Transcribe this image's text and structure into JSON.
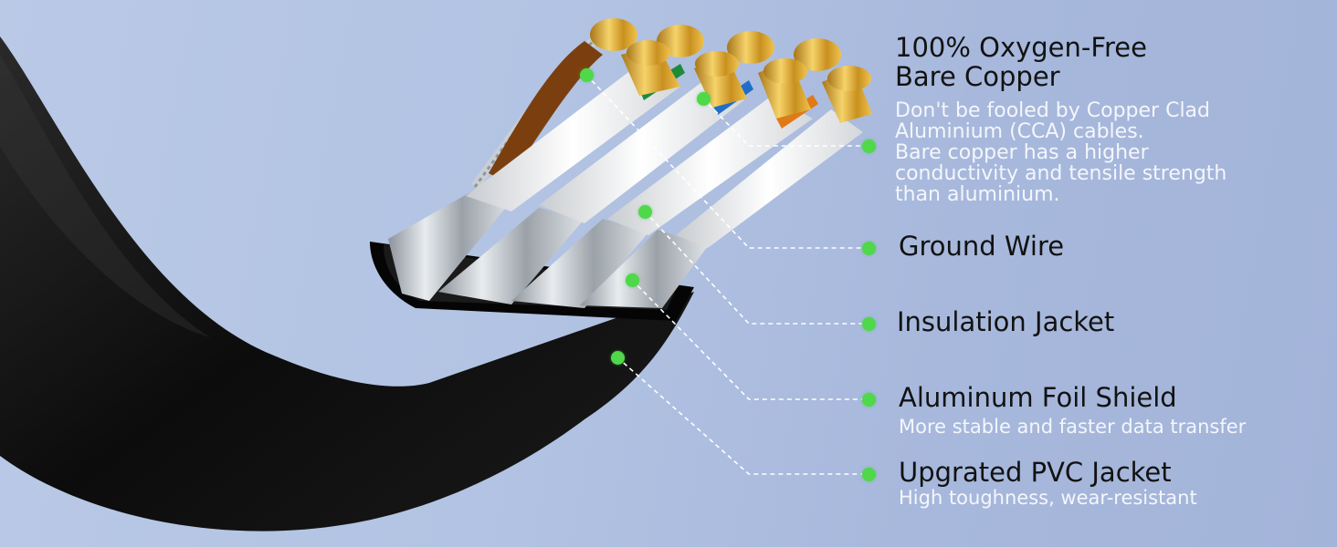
{
  "features": [
    {
      "title_line1": "100% Oxygen-Free",
      "title_line2": "Bare Copper",
      "desc_lines": [
        "Don't be fooled by Copper Clad",
        "Aluminium (CCA) cables.",
        "Bare copper has a higher",
        "conductivity and tensile strength",
        "than aluminium."
      ]
    },
    {
      "title": "Ground Wire"
    },
    {
      "title": "Insulation Jacket"
    },
    {
      "title": "Aluminum Foil Shield",
      "desc": "More stable and faster data transfer"
    },
    {
      "title": "Upgrated PVC Jacket",
      "desc": "High toughness, wear-resistant"
    }
  ],
  "colors": {
    "background": "#b4c5e4",
    "dot": "#4fd84a",
    "leader_line": "#ffffff",
    "jacket": "#111111",
    "copper": "#d9a62c"
  }
}
